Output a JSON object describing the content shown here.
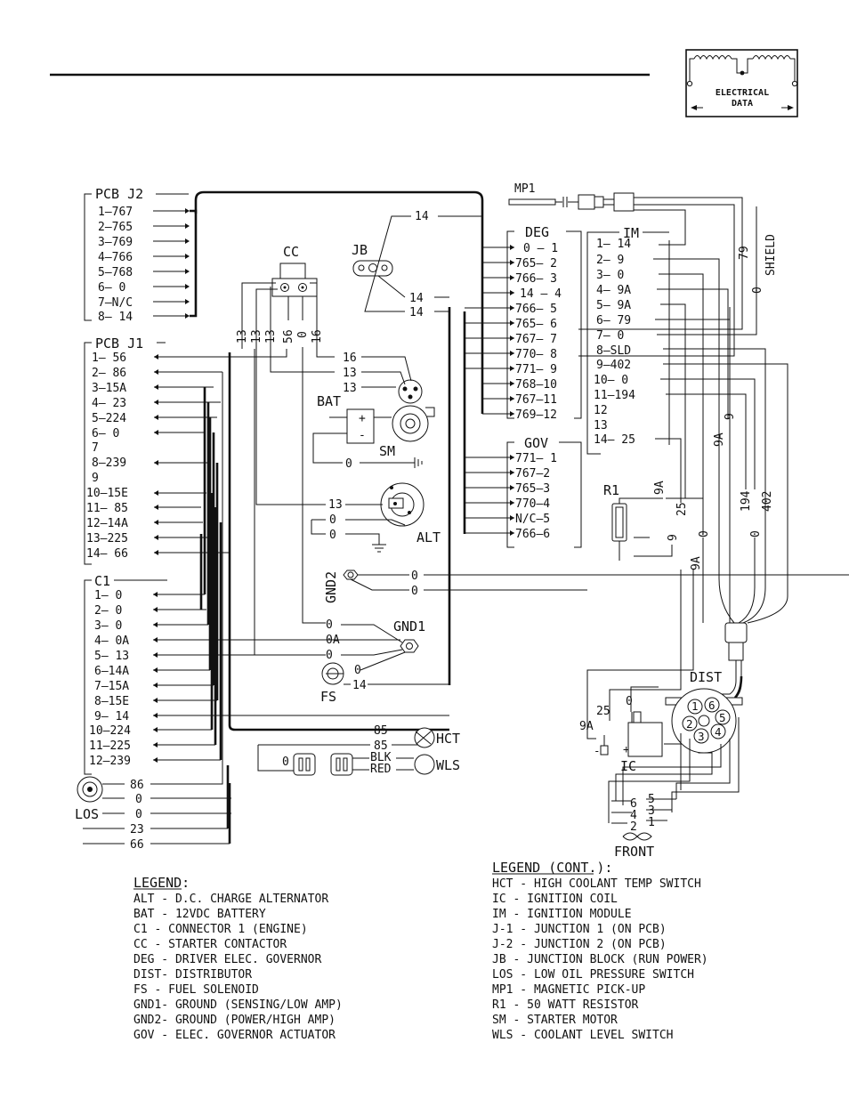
{
  "logo": {
    "line1": "ELECTRICAL",
    "line2": "DATA"
  },
  "pcb_j2": {
    "title": "PCB J2",
    "pins": [
      "1—767",
      "2—765",
      "3—769",
      "4—766",
      "5—768",
      "6— 0",
      "7—N/C",
      "8— 14"
    ]
  },
  "pcb_j1": {
    "title": "PCB J1",
    "pins": [
      "1— 56",
      "2— 86",
      "3—15A",
      "4— 23",
      "5—224",
      "6— 0",
      "7",
      "8—239",
      "9",
      "10—15E",
      "11— 85",
      "12—14A",
      "13—225",
      "14— 66"
    ]
  },
  "c1": {
    "title": "C1",
    "pins": [
      "1— 0",
      "2— 0",
      "3— 0",
      "4— 0A",
      "5— 13",
      "6—14A",
      "7—15A",
      "8—15E",
      "9— 14",
      "10—224",
      "11—225",
      "12—239"
    ]
  },
  "cc": {
    "title": "CC",
    "wires": [
      "13",
      "13",
      "13",
      "56",
      "0",
      "16"
    ]
  },
  "jb": {
    "title": "JB",
    "wires": [
      "14",
      "14",
      "14"
    ]
  },
  "deg": {
    "title": "DEG",
    "pins": [
      "0 — 1",
      "765— 2",
      "766— 3",
      "14 — 4",
      "766— 5",
      "765— 6",
      "767— 7",
      "770— 8",
      "771— 9",
      "768—10",
      "767—11",
      "769—12"
    ]
  },
  "im": {
    "title": "IM",
    "pins": [
      "1— 14",
      "2— 9",
      "3— 0",
      "4— 9A",
      "5— 9A",
      "6— 79",
      "7— 0",
      "8—SLD",
      "9—402",
      "10— 0",
      "11—194",
      "12",
      "13",
      "14— 25"
    ]
  },
  "gov": {
    "title": "GOV",
    "pins": [
      "771— 1",
      "767—2",
      "765—3",
      "770—4",
      "N/C—5",
      "766—6"
    ]
  },
  "mp1": {
    "title": "MP1"
  },
  "bat": {
    "title": "BAT",
    "plus": "+",
    "minus": "-"
  },
  "sm": {
    "title": "SM",
    "wires": [
      "16",
      "13",
      "13",
      "0"
    ]
  },
  "alt": {
    "title": "ALT",
    "wires": [
      "13",
      "0",
      "0"
    ]
  },
  "gnd2": {
    "title": "GND2",
    "wires": [
      "0",
      "0"
    ]
  },
  "gnd1": {
    "title": "GND1",
    "wires": [
      "0",
      "0A",
      "0"
    ]
  },
  "fs": {
    "title": "FS",
    "wires": [
      "0",
      "14"
    ]
  },
  "hct": {
    "title": "HCT",
    "wires": [
      "85",
      "85"
    ]
  },
  "wls": {
    "title": "WLS",
    "wires": [
      "0",
      "BLK",
      "RED"
    ]
  },
  "los": {
    "title": "LOS",
    "wires": [
      "86",
      "0",
      "0"
    ]
  },
  "free_wires": [
    "23",
    "66"
  ],
  "r1": {
    "title": "R1",
    "wires": [
      "9A",
      "9"
    ]
  },
  "vertical_labels": [
    "79",
    "0",
    "SHIELD",
    "9",
    "9A",
    "25",
    "0",
    "9A",
    "194",
    "0",
    "402"
  ],
  "dist": {
    "title": "DIST",
    "terminals": [
      "1",
      "2",
      "3",
      "4",
      "5",
      "6"
    ],
    "plug_left": [
      "6",
      "4",
      "2"
    ],
    "plug_right": [
      "5",
      "3",
      "1"
    ]
  },
  "ic": {
    "title": "IC",
    "wires": [
      "9A",
      "25",
      "0"
    ],
    "minus": "-",
    "plus": "+"
  },
  "front": "FRONT",
  "legend": {
    "title": "LEGEND:",
    "items": [
      "ALT - D.C. CHARGE ALTERNATOR",
      "BAT - 12VDC BATTERY",
      "C1  - CONNECTOR 1 (ENGINE)",
      "CC  - STARTER CONTACTOR",
      "DEG - DRIVER ELEC. GOVERNOR",
      "DIST- DISTRIBUTOR",
      "FS  - FUEL SOLENOID",
      "GND1- GROUND (SENSING/LOW AMP)",
      "GND2- GROUND (POWER/HIGH AMP)",
      "GOV - ELEC. GOVERNOR ACTUATOR"
    ]
  },
  "legend_cont": {
    "title": "LEGEND (CONT.):",
    "items": [
      "HCT - HIGH COOLANT TEMP SWITCH",
      "IC  - IGNITION COIL",
      "IM  - IGNITION MODULE",
      "J-1 - JUNCTION 1 (ON PCB)",
      "J-2 - JUNCTION 2 (ON PCB)",
      "JB  - JUNCTION BLOCK (RUN POWER)",
      "LOS - LOW OIL PRESSURE SWITCH",
      "MP1 - MAGNETIC PICK-UP",
      "R1  - 50 WATT RESISTOR",
      "SM  - STARTER MOTOR",
      "WLS - COOLANT LEVEL SWITCH"
    ]
  }
}
